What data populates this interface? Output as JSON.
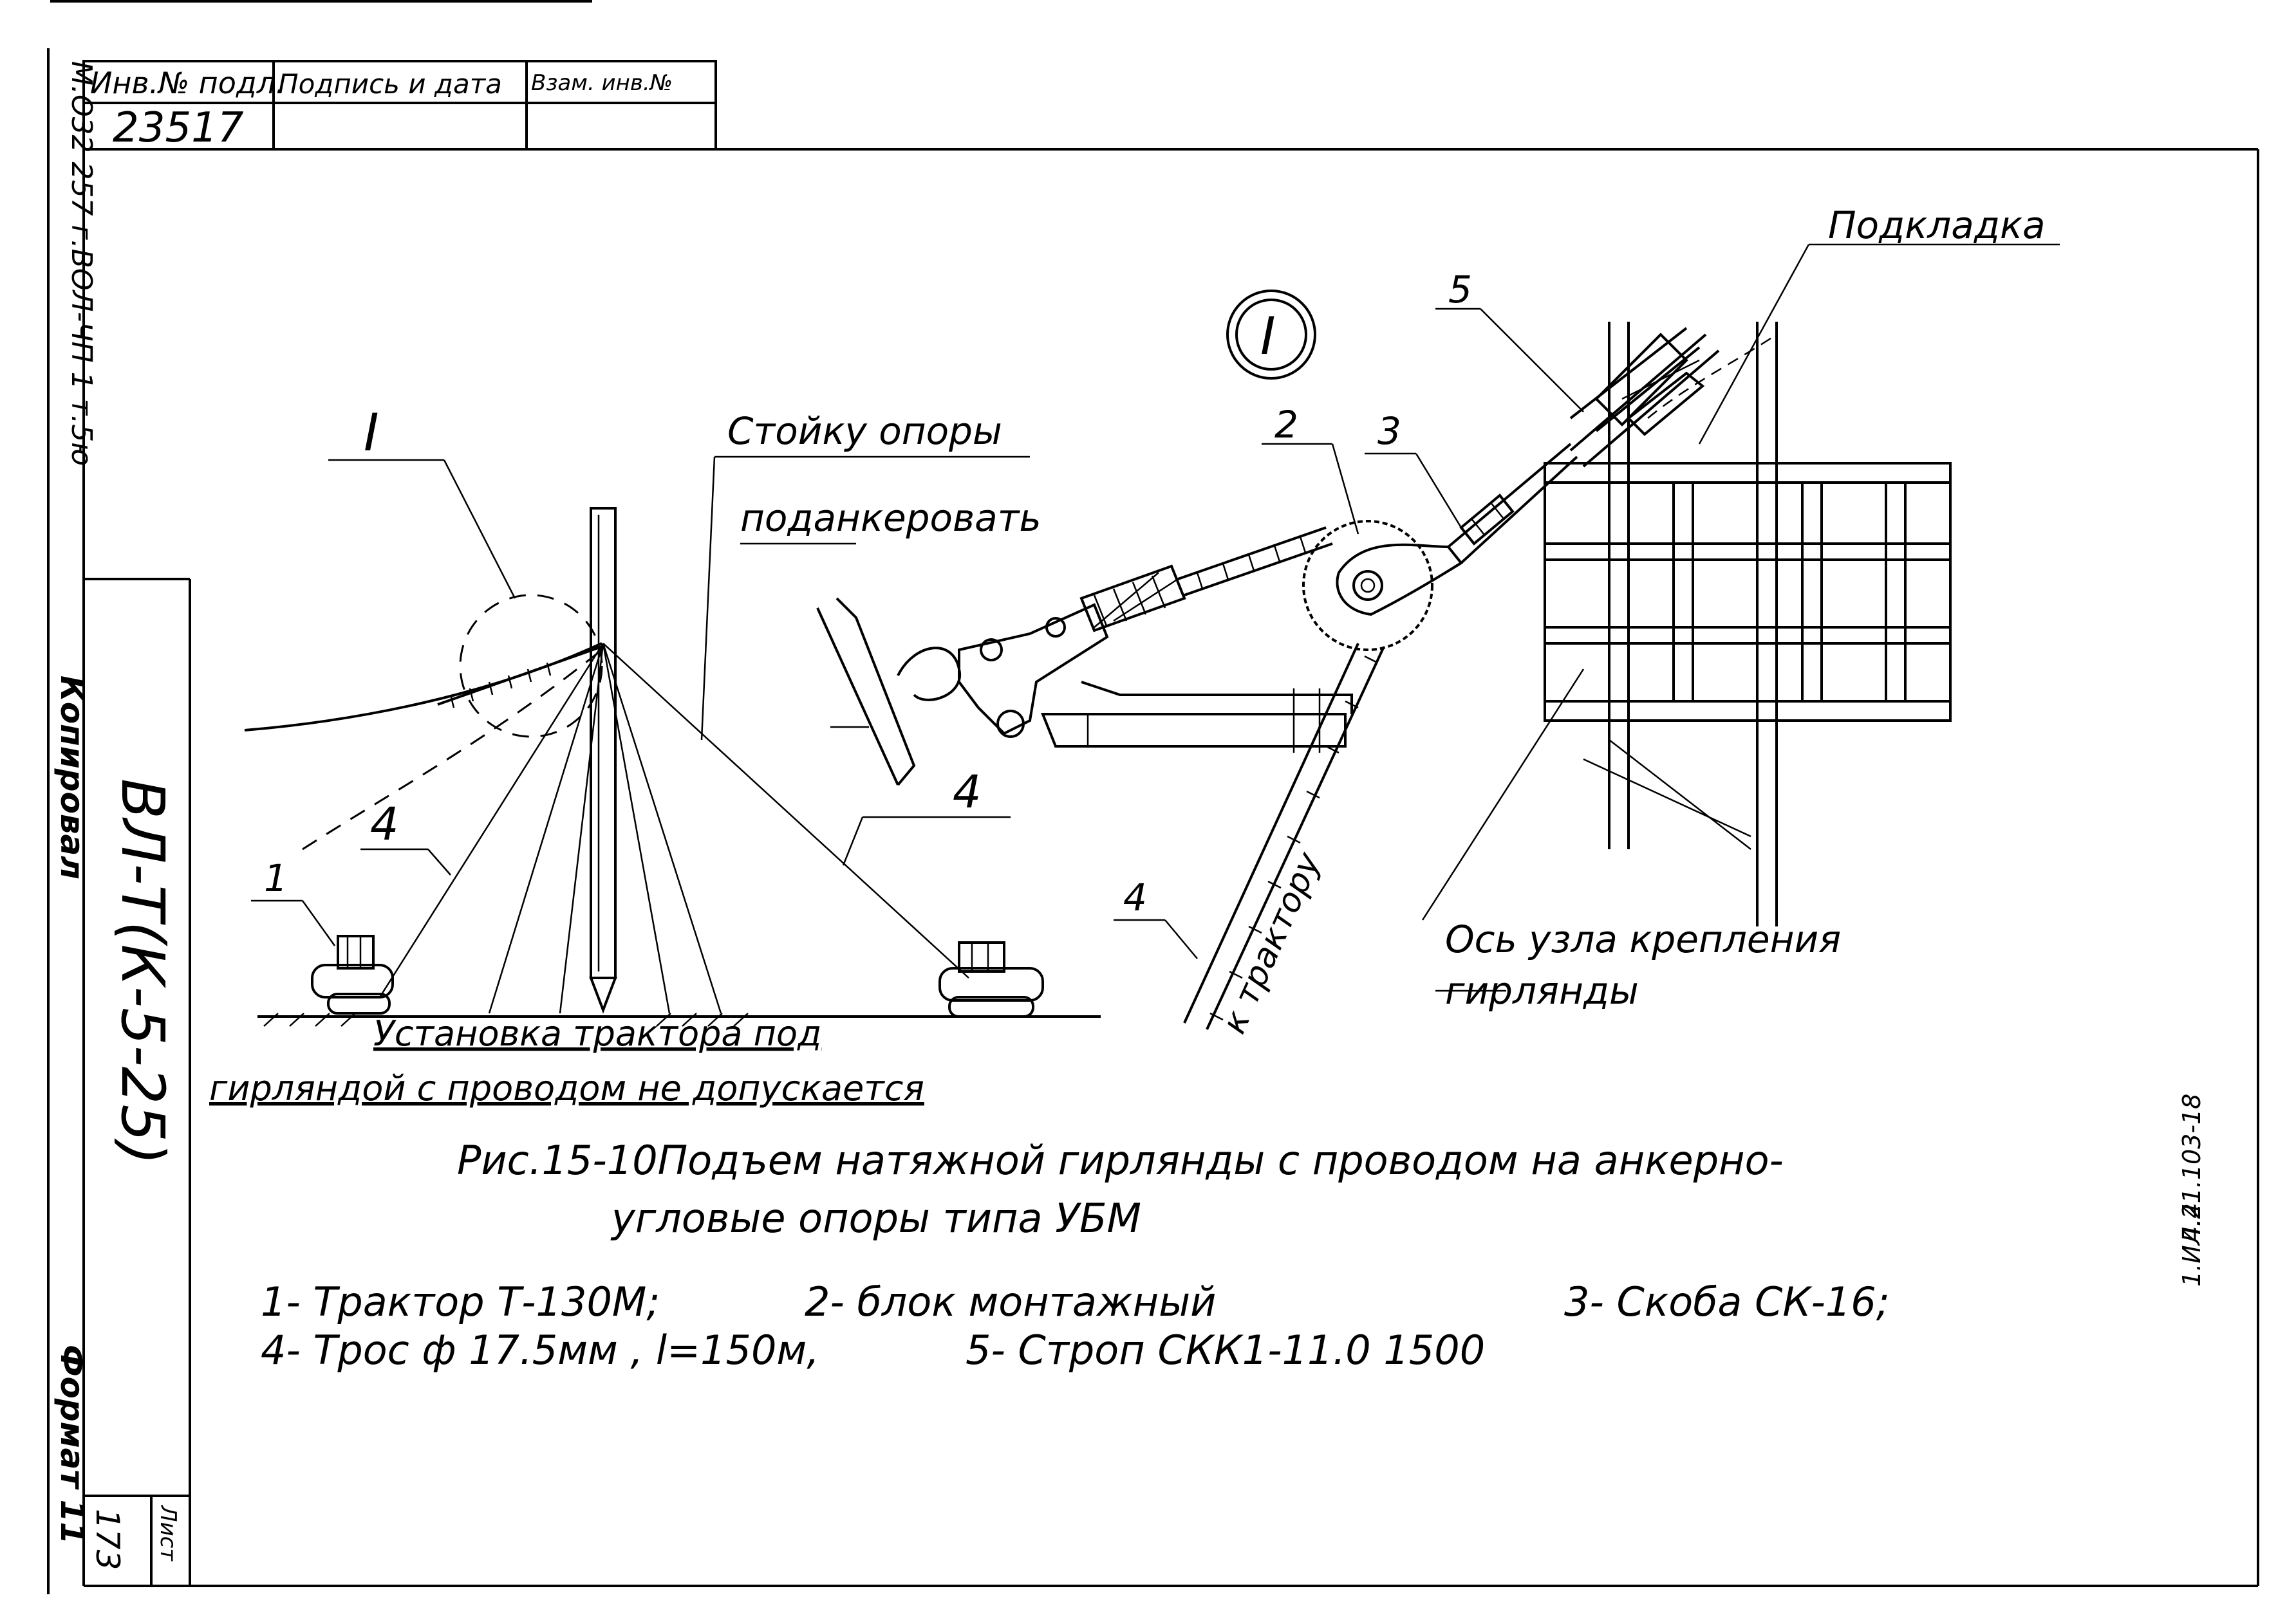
{
  "stamp": {
    "col1_header": "Инв.№ подл.",
    "col2_header": "Подпись и дата",
    "col3_header": "Взам. инв.№",
    "inv_number": "23517",
    "left_code": "М.О32 257 г.ВОЛ-ЧП 1 т.5ю"
  },
  "side": {
    "kopiroval": "Копировал",
    "doc_code": "ВЛ-Т(К-5-25)",
    "format": "Формат 11",
    "list_label": "Лист",
    "list_number": "173",
    "right_code": "1.ИЛ.21.103-18",
    "right_small": "4.4"
  },
  "labels": {
    "detail_I_left": "I",
    "detail_I_circle": "I",
    "stoyku_line1": "Стойку опоры",
    "stoyku_line2": "поданкеровать",
    "podkladka": "Подкладка",
    "num1": "1",
    "num4_left": "4",
    "num4_right": "4",
    "num4_bottom": "4",
    "num2": "2",
    "num3": "3",
    "num5": "5",
    "k_traktoru": "к трактору",
    "os_line1": "Ось узла крепления",
    "os_line2": "гирлянды",
    "warning_line1": "Установка трактора под",
    "warning_line2": "гирляндой с проводом не допускается"
  },
  "caption": {
    "line1": "Рис.15-10Подъем натяжной гирлянды с проводом на анкерно-",
    "line2": "угловые опоры типа УБМ"
  },
  "legend": {
    "line1a": "1- Трактор Т-130М;",
    "line1b": "2- блок монтажный",
    "line1c": "3- Скоба СК-16;",
    "line2a": "4- Трос ф 17.5мм , l=150м,",
    "line2b": "5- Строп СКК1-11.0 1500"
  }
}
